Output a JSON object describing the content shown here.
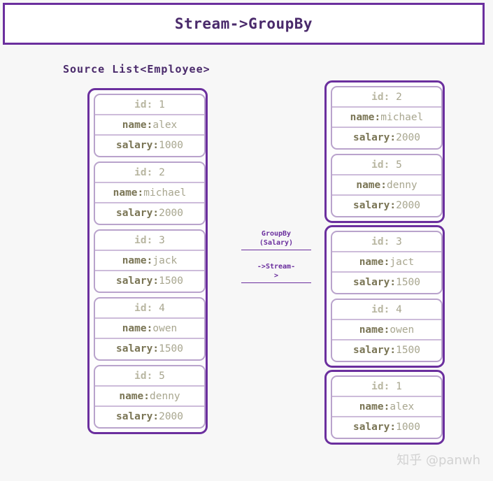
{
  "header": {
    "title": "Stream->GroupBy"
  },
  "source": {
    "label": "Source List<Employee>"
  },
  "fields": {
    "id_key": "id",
    "id_sep": ": ",
    "name_key": "name",
    "salary_key": "salary",
    "sep": ":"
  },
  "source_list": {
    "employees": [
      {
        "id": "1",
        "name": "alex",
        "salary": "1000"
      },
      {
        "id": "2",
        "name": "michael",
        "salary": "2000"
      },
      {
        "id": "3",
        "name": "jack",
        "salary": "1500"
      },
      {
        "id": "4",
        "name": "owen",
        "salary": "1500"
      },
      {
        "id": "5",
        "name": "denny",
        "salary": "2000"
      }
    ]
  },
  "transform": {
    "operation_line1": "GroupBy",
    "operation_line2": "(Salary)",
    "stream_line1": "->Stream-",
    "stream_line2": ">"
  },
  "grouped": [
    {
      "key": "2000",
      "employees": [
        {
          "id": "2",
          "name": "michael",
          "salary": "2000"
        },
        {
          "id": "5",
          "name": "denny",
          "salary": "2000"
        }
      ]
    },
    {
      "key": "1500",
      "employees": [
        {
          "id": "3",
          "name": "jact",
          "salary": "1500"
        },
        {
          "id": "4",
          "name": "owen",
          "salary": "1500"
        }
      ]
    },
    {
      "key": "1000",
      "employees": [
        {
          "id": "1",
          "name": "alex",
          "salary": "1000"
        }
      ]
    }
  ],
  "watermark": {
    "text": "知乎 @panwh"
  },
  "colors": {
    "outline": "#6b2f9e",
    "card_border": "#b9a3cc",
    "title": "#4a2a6b",
    "key_text": "#7a7555",
    "value_text": "#a8a68f",
    "background": "#f7f7f7"
  }
}
